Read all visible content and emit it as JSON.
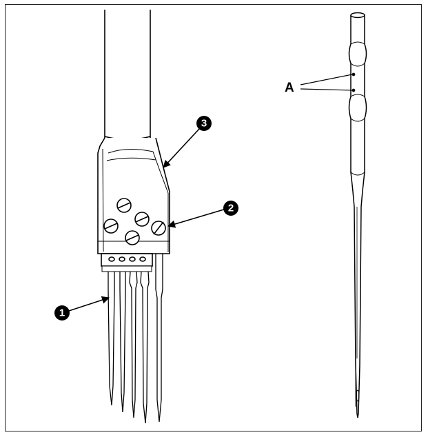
{
  "callouts": {
    "needle": "1",
    "screw": "2",
    "holder": "3"
  },
  "label_a": "A",
  "colors": {
    "line": "#000000",
    "background": "#ffffff",
    "frame": "#222222"
  }
}
